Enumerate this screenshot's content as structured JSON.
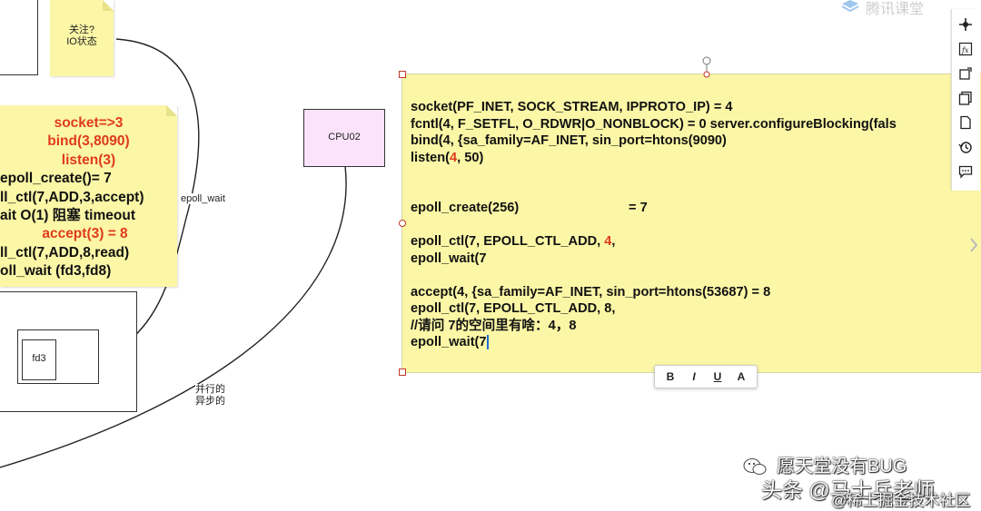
{
  "sticky_io": {
    "line1": "关注?",
    "line2": "IO状态"
  },
  "sticky_main": {
    "lines": [
      {
        "text": "socket=>3",
        "red": true
      },
      {
        "text": "bind(3,8090)",
        "red": true
      },
      {
        "text": "listen(3)",
        "red": true
      },
      {
        "text": "epoll_create()= 7",
        "red": false
      },
      {
        "text": "ll_ctl(7,ADD,3,accept)",
        "red": false
      },
      {
        "text": "ait  O(1)  阻塞  timeout",
        "red": false
      },
      {
        "text": "accept(3)  =  8",
        "red": true
      },
      {
        "text": "ll_ctl(7,ADD,8,read)",
        "red": false
      },
      {
        "text": "oll_wait  (fd3,fd8)",
        "red": false
      }
    ]
  },
  "labels": {
    "epoll_wait": "epoll_wait",
    "parallel_line1": "并行的",
    "parallel_line2": "异步的",
    "fd3": "fd3",
    "cpu02": "CPU02"
  },
  "code_note": {
    "l1": "socket(PF_INET, SOCK_STREAM, IPPROTO_IP) = 4",
    "l2a": "fcntl(4, F_SETFL, O_RDWR|O_NONBLOCK)    =  0   server.configureBlocking(fals",
    "l3": "bind(4, {sa_family=AF_INET, sin_port=htons(9090)",
    "l4a": "listen(",
    "l4r": "4",
    "l4b": ", 50)",
    "l5a": " epoll_create(256)",
    "l5b": "= 7",
    "l6a": "epoll_ctl(7, EPOLL_CTL_ADD, ",
    "l6r": "4",
    "l6b": ",",
    "l7": "epoll_wait(7",
    "l8": "accept(4, {sa_family=AF_INET, sin_port=htons(53687) = 8",
    "l9": "epoll_ctl(7, EPOLL_CTL_ADD, 8,",
    "l10": "//请问  7的空间里有啥：4，8",
    "l11a": "epoll_wait(",
    "l11b": "7"
  },
  "format_toolbar": {
    "bold": "B",
    "italic": "I",
    "underline": "U",
    "font": "A"
  },
  "right_toolbar": [
    "move-icon",
    "formula-icon",
    "crop-icon",
    "copy-icon",
    "page-icon",
    "history-icon",
    "comment-icon"
  ],
  "watermarks": {
    "wechat": "愿天堂没有BUG",
    "toutiao": "头条 @马士兵老师",
    "juejin": "@稀土掘金技术社区",
    "topright": "腾讯课堂"
  },
  "colors": {
    "sticky": "#fbf7a6",
    "cpu_box": "#fbe3fb",
    "accent_red": "#e03a1c",
    "selection_blue": "#1b6fd6"
  }
}
